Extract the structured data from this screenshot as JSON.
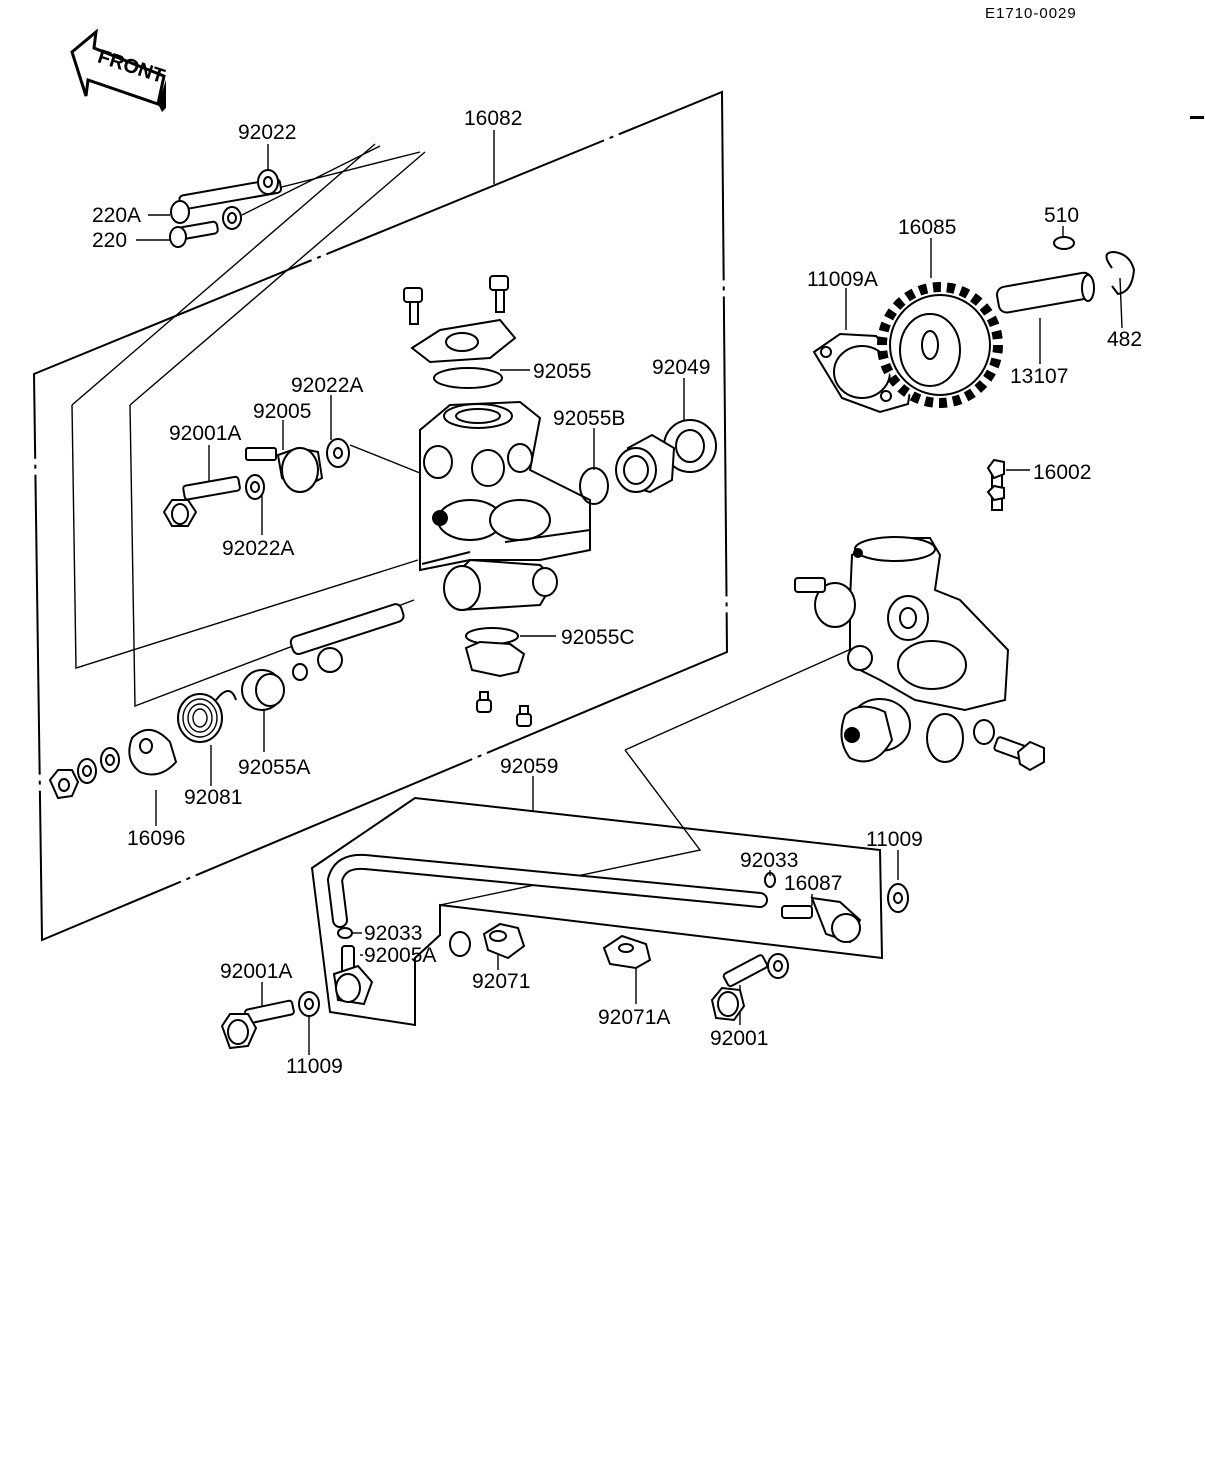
{
  "diagram_code": "E1710-0029",
  "front_label": "FRONT",
  "parts": {
    "p16082": "16082",
    "p92022": "92022",
    "p220A": "220A",
    "p220": "220",
    "p92055": "92055",
    "p92049": "92049",
    "p92022A_top": "92022A",
    "p92005": "92005",
    "p92001A_top": "92001A",
    "p92055B": "92055B",
    "p92022A_bottom": "92022A",
    "p92055C": "92055C",
    "p92055A": "92055A",
    "p92081": "92081",
    "p16096": "16096",
    "p11009A": "11009A",
    "p16085": "16085",
    "p510": "510",
    "p482": "482",
    "p13107": "13107",
    "p16002": "16002",
    "p92059": "92059",
    "p11009_right": "11009",
    "p92033_right": "92033",
    "p16087": "16087",
    "p92033_left": "92033",
    "p92005A": "92005A",
    "p92001A_bottom": "92001A",
    "p92071": "92071",
    "p92071A": "92071A",
    "p92001": "92001",
    "p11009_bottom": "11009"
  }
}
